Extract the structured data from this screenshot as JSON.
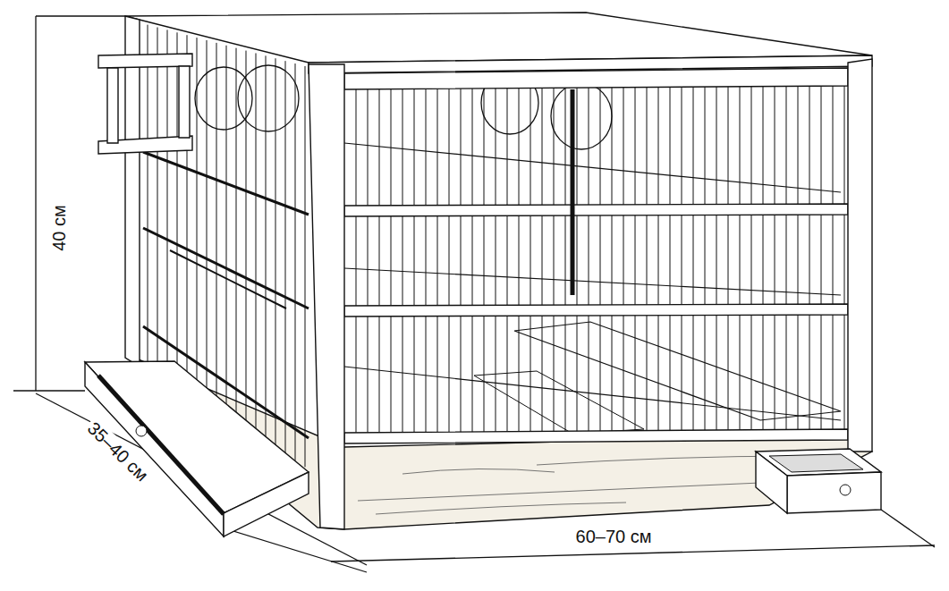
{
  "diagram": {
    "labels": [
      "40 см",
      "35–40 см",
      "60–70 см"
    ]
  }
}
